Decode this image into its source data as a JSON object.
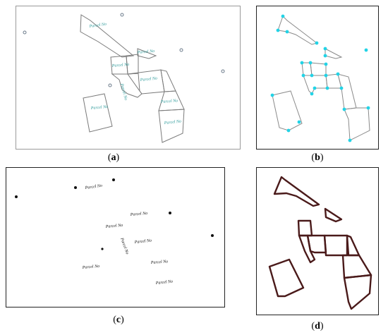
{
  "panels": [
    {
      "id": "a",
      "caption_letter": "a",
      "label_text": "Parcel No",
      "line_color": "#7a7a7a",
      "label_color": "#2d9a9a"
    },
    {
      "id": "b",
      "caption_letter": "b",
      "vertex_color": "#22d3e6",
      "line_color": "#8a8a8a"
    },
    {
      "id": "c",
      "caption_letter": "c",
      "label_text": "Parcel No",
      "mark_color": "#111111"
    },
    {
      "id": "d",
      "caption_letter": "d",
      "line_color": "#4a1a1a"
    }
  ]
}
